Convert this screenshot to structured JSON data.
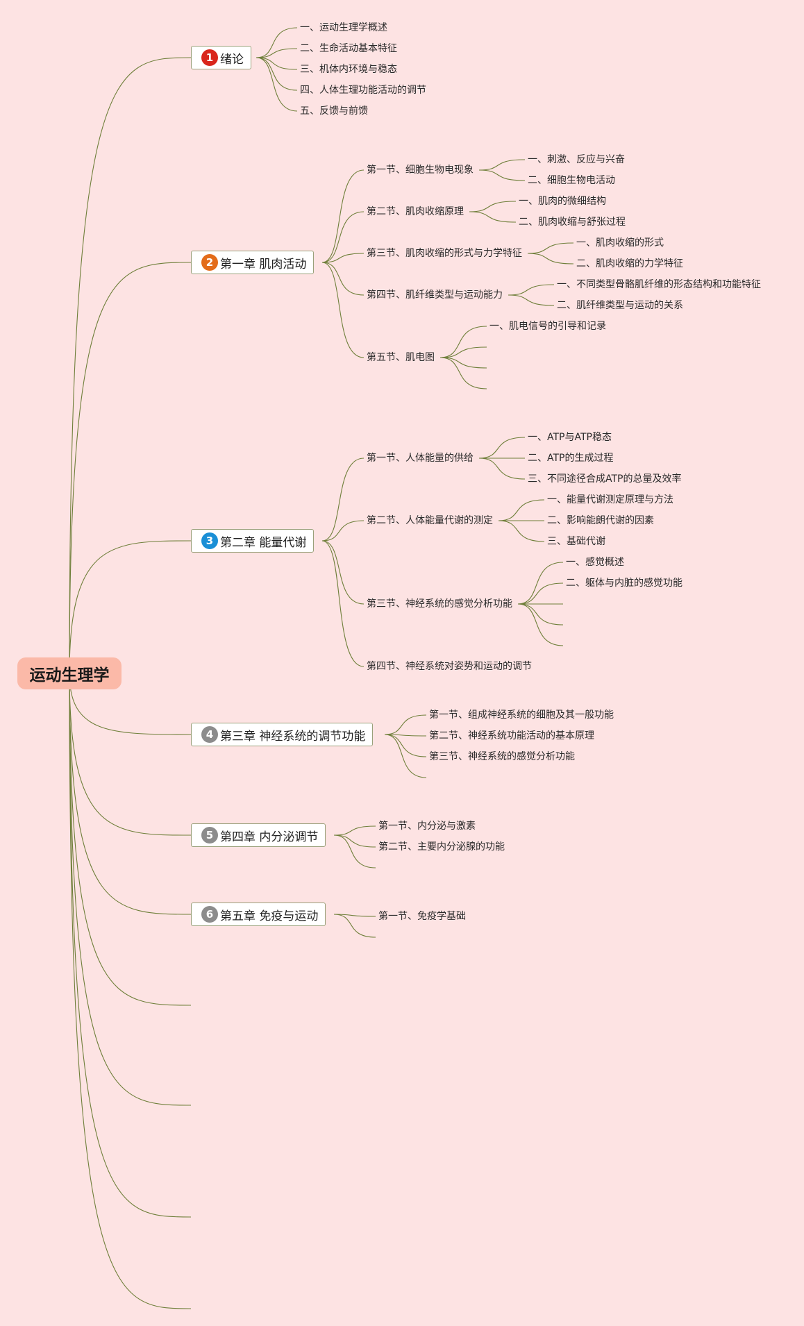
{
  "root": {
    "label": "运动生理学"
  },
  "chapters": [
    {
      "badge": "1",
      "badge_color": "#d9261c",
      "label": "绪论",
      "children": [
        {
          "label": "一、运动生理学概述"
        },
        {
          "label": "二、生命活动基本特征"
        },
        {
          "label": "三、机体内环境与稳态"
        },
        {
          "label": "四、人体生理功能活动的调节"
        },
        {
          "label": "五、反馈与前馈"
        }
      ]
    },
    {
      "badge": "2",
      "badge_color": "#e36c1a",
      "label": "第一章 肌肉活动",
      "children": [
        {
          "label": "第一节、细胞生物电现象",
          "children": [
            {
              "label": "一、刺激、反应与兴奋"
            },
            {
              "label": "二、细胞生物电活动"
            }
          ]
        },
        {
          "label": "第二节、肌肉收缩原理",
          "children": [
            {
              "label": "一、肌肉的微细结构"
            },
            {
              "label": "二、肌肉收缩与舒张过程"
            }
          ]
        },
        {
          "label": "第三节、肌肉收缩的形式与力学特征",
          "children": [
            {
              "label": "一、肌肉收缩的形式"
            },
            {
              "label": "二、肌肉收缩的力学特征"
            }
          ]
        },
        {
          "label": "第四节、肌纤维类型与运动能力",
          "children": [
            {
              "label": "一、不同类型骨骼肌纤维的形态结构和功能特征"
            },
            {
              "label": "二、肌纤维类型与运动的关系"
            }
          ]
        },
        {
          "label": "第五节、肌电图",
          "children": [
            {
              "label": "一、肌电信号的引导和记录"
            },
            {
              "label": ""
            },
            {
              "label": ""
            },
            {
              "label": ""
            }
          ]
        }
      ]
    },
    {
      "badge": "3",
      "badge_color": "#1a8fd6",
      "label": "第二章 能量代谢",
      "children": [
        {
          "label": "第一节、人体能量的供给",
          "children": [
            {
              "label": "一、ATP与ATP稳态"
            },
            {
              "label": "二、ATP的生成过程"
            },
            {
              "label": "三、不同途径合成ATP的总量及效率"
            }
          ]
        },
        {
          "label": "第二节、人体能量代谢的测定",
          "children": [
            {
              "label": "一、能量代谢测定原理与方法"
            },
            {
              "label": "二、影响能朗代谢的因素"
            },
            {
              "label": "三、基础代谢"
            }
          ]
        },
        {
          "label": "第三节、神经系统的感觉分析功能",
          "children": [
            {
              "label": "一、感觉概述"
            },
            {
              "label": "二、躯体与内脏的感觉功能"
            },
            {
              "label": ""
            },
            {
              "label": ""
            },
            {
              "label": ""
            }
          ]
        },
        {
          "label": "第四节、神经系统对姿势和运动的调节"
        }
      ]
    },
    {
      "badge": "4",
      "badge_color": "#8c8c8c",
      "label": "第三章 神经系统的调节功能",
      "children": [
        {
          "label": "第一节、组成神经系统的细胞及其一般功能"
        },
        {
          "label": "第二节、神经系统功能活动的基本原理"
        },
        {
          "label": "第三节、神经系统的感觉分析功能"
        },
        {
          "label": ""
        }
      ]
    },
    {
      "badge": "5",
      "badge_color": "#8c8c8c",
      "label": "第四章 内分泌调节",
      "children": [
        {
          "label": "第一节、内分泌与激素"
        },
        {
          "label": "第二节、主要内分泌腺的功能"
        },
        {
          "label": ""
        }
      ]
    },
    {
      "badge": "6",
      "badge_color": "#8c8c8c",
      "label": "第五章 免疫与运动",
      "children": [
        {
          "label": "第一节、免疫学基础"
        },
        {
          "label": ""
        }
      ]
    }
  ],
  "colors": {
    "background": "#fde3e3",
    "line": "#6f7f3a",
    "root_fill": "#fbb9a8"
  }
}
